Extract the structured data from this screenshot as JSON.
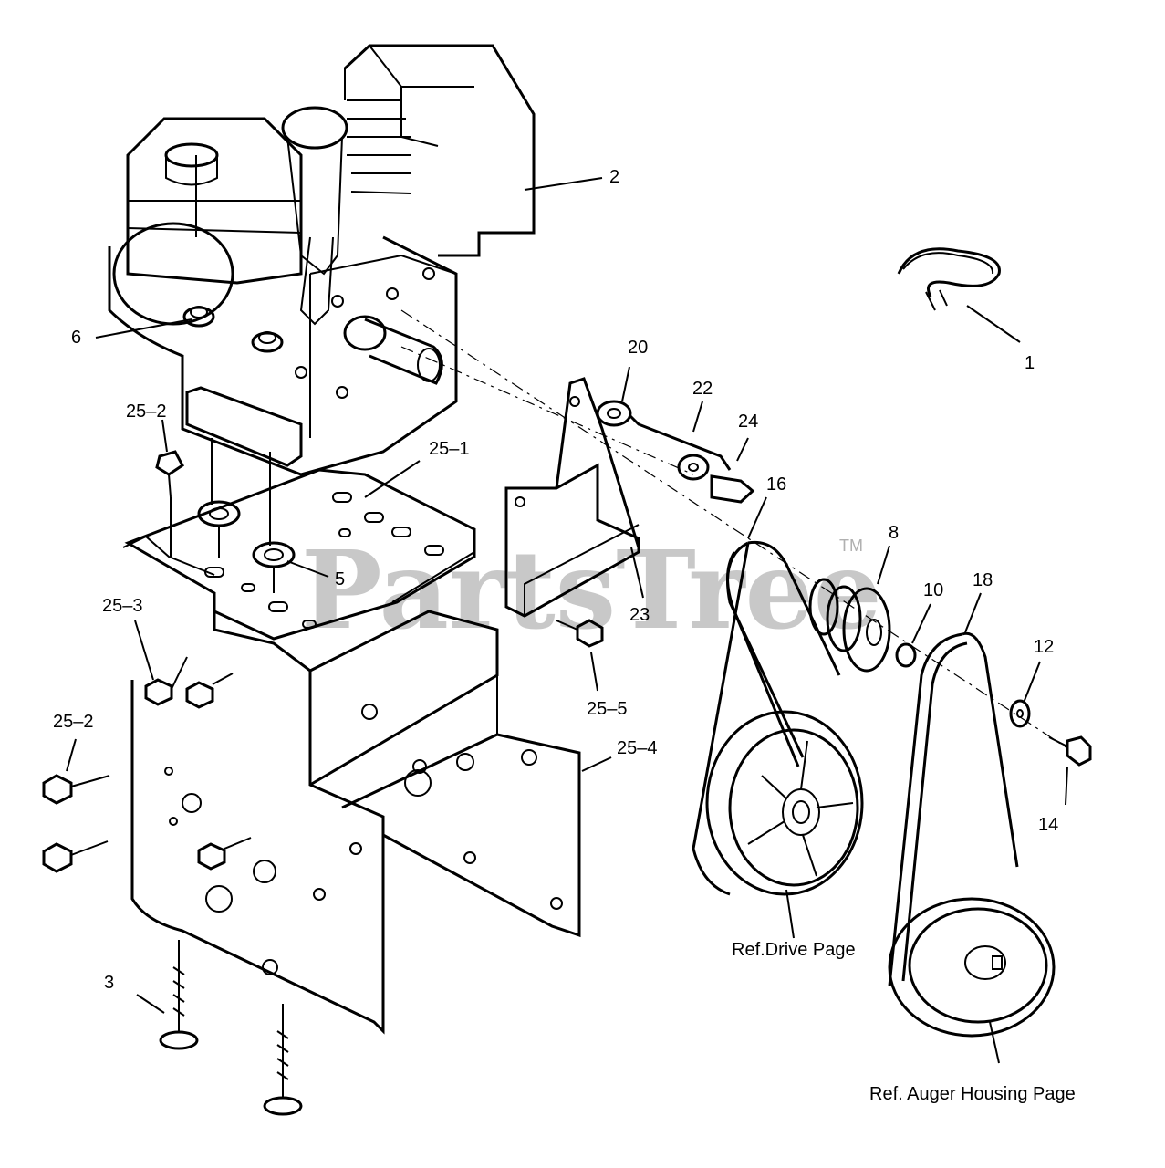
{
  "watermark": {
    "text": "PartsTree",
    "trademark": "TM"
  },
  "callouts": [
    {
      "id": "c-1",
      "text": "1"
    },
    {
      "id": "c-2",
      "text": "2"
    },
    {
      "id": "c-3",
      "text": "3"
    },
    {
      "id": "c-5",
      "text": "5"
    },
    {
      "id": "c-6",
      "text": "6"
    },
    {
      "id": "c-8",
      "text": "8"
    },
    {
      "id": "c-10",
      "text": "10"
    },
    {
      "id": "c-12",
      "text": "12"
    },
    {
      "id": "c-14",
      "text": "14"
    },
    {
      "id": "c-16",
      "text": "16"
    },
    {
      "id": "c-18",
      "text": "18"
    },
    {
      "id": "c-20",
      "text": "20"
    },
    {
      "id": "c-22",
      "text": "22"
    },
    {
      "id": "c-23",
      "text": "23"
    },
    {
      "id": "c-24",
      "text": "24"
    },
    {
      "id": "c-25-1",
      "text": "25–1"
    },
    {
      "id": "c-25-2a",
      "text": "25–2"
    },
    {
      "id": "c-25-2b",
      "text": "25–2"
    },
    {
      "id": "c-25-3",
      "text": "25–3"
    },
    {
      "id": "c-25-4",
      "text": "25–4"
    },
    {
      "id": "c-25-5",
      "text": "25–5"
    }
  ],
  "references": {
    "drive": "Ref.Drive Page",
    "auger": "Ref. Auger Housing Page"
  },
  "colors": {
    "line": "#000000",
    "watermark": "#c8c8c8",
    "background": "#ffffff"
  }
}
